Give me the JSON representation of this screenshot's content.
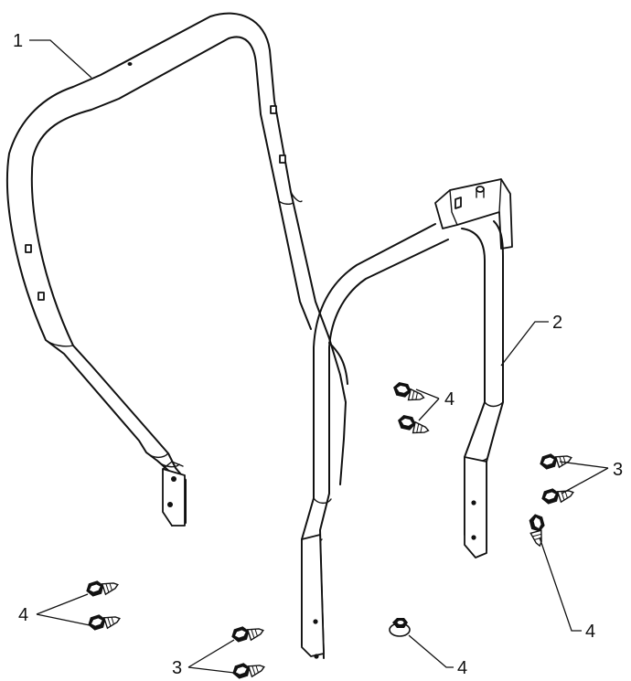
{
  "figure": {
    "callouts": {
      "frame_upper": "1",
      "frame_lower": "2",
      "bolts_right": "3",
      "bolts_bottom": "3",
      "bolt_center": "4",
      "bolts_left": "4",
      "bolt_right_single": "4",
      "nut_bottom": "4"
    },
    "icons": {
      "hex_bolt": "hex-bolt-icon",
      "flange_nut": "flange-nut-icon"
    },
    "colors": {
      "line": "#111111",
      "background": "#ffffff"
    }
  }
}
